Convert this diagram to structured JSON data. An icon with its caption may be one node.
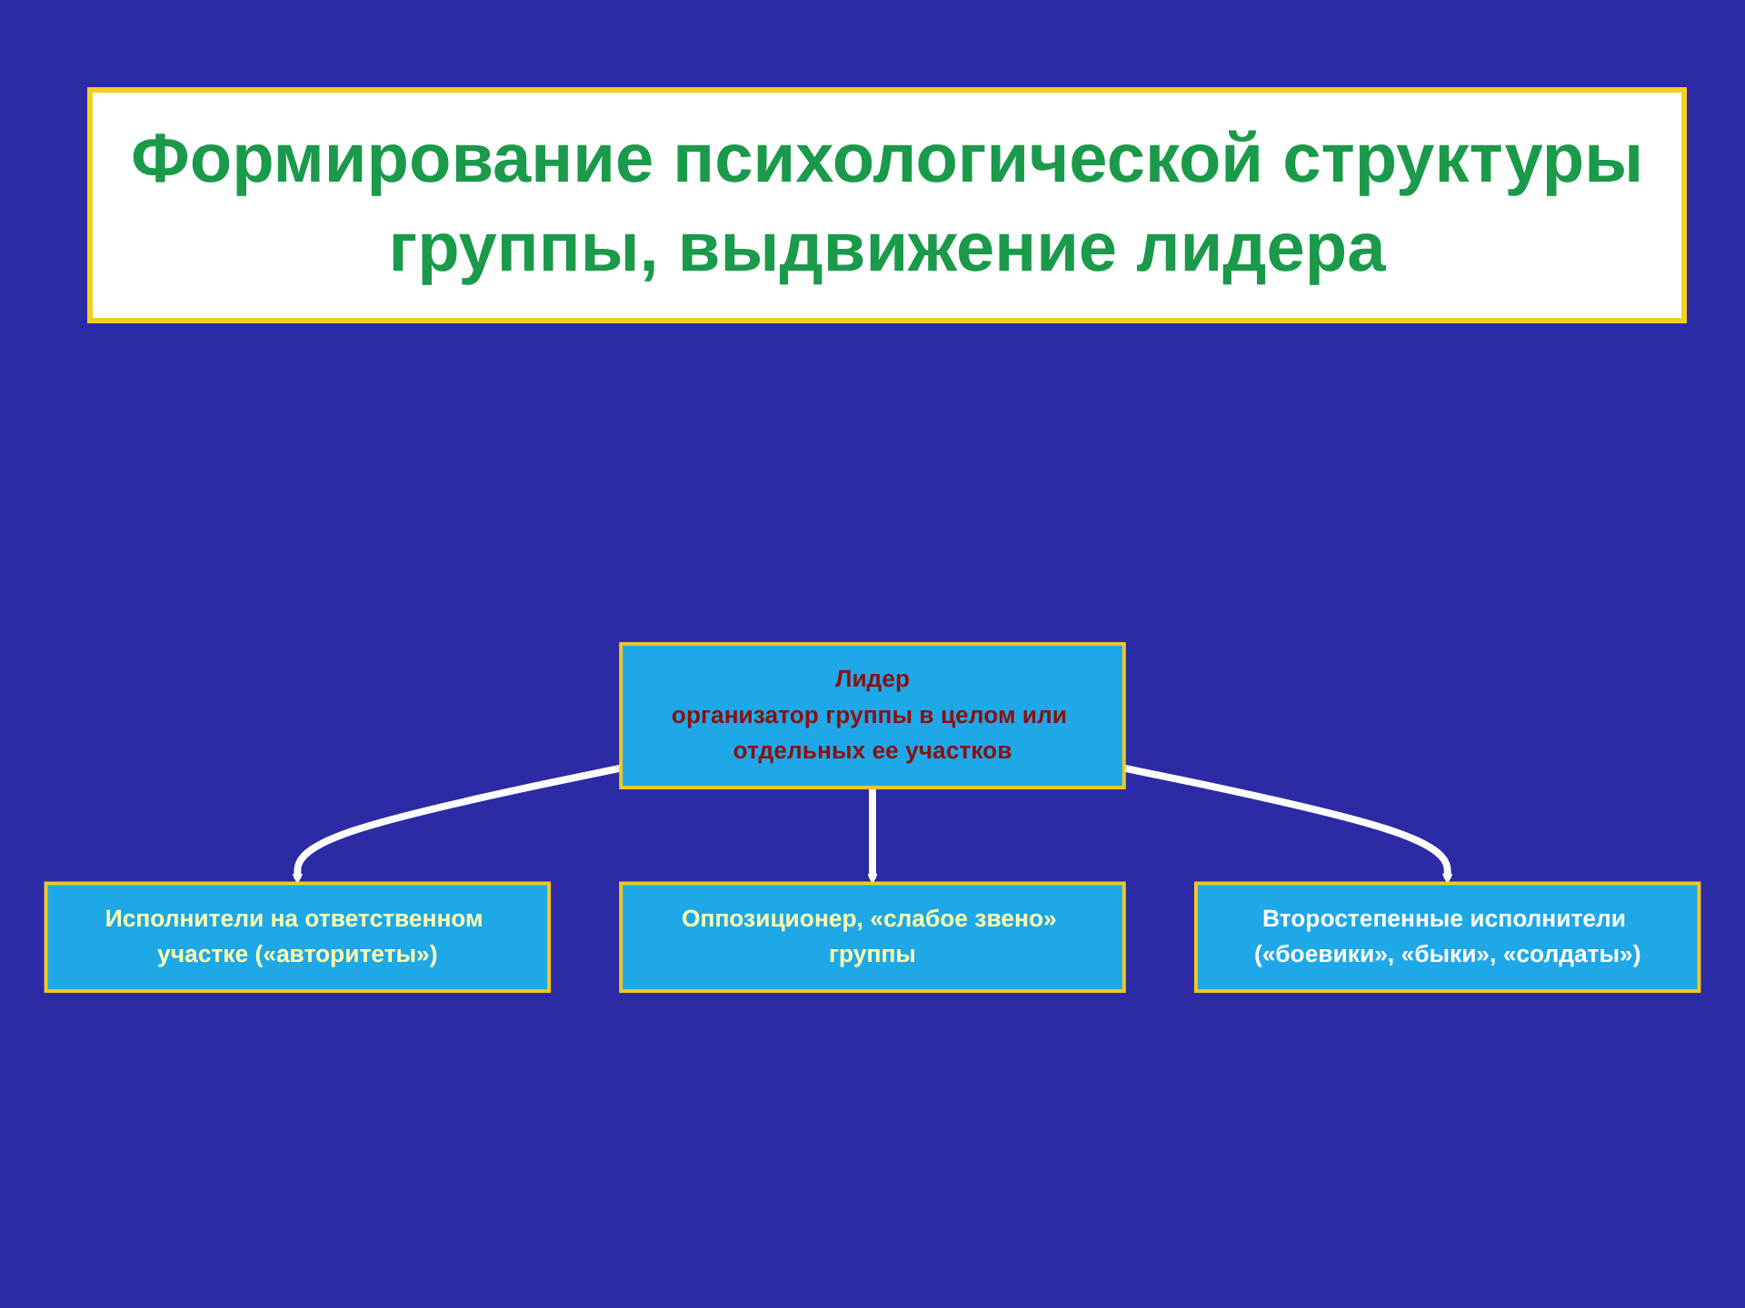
{
  "diagram": {
    "title": "Формирование психологической структуры группы, выдвижение лидера",
    "nodes": [
      {
        "text": [
          "Лидер",
          "организатор группы в целом или отдельных ее участков"
        ]
      },
      {
        "text": [
          "Исполнители на ответственном участке («авторитеты»)"
        ]
      },
      {
        "text": [
          "Второстепенные исполнители («боевики», «быки», «солдаты»)"
        ]
      },
      {
        "text": [
          "Оппозиционер, «слабое звено» группы"
        ]
      }
    ],
    "edges": [
      {
        "from": 0,
        "to": 1,
        "arrow": "to"
      },
      {
        "from": 0,
        "to": 3,
        "arrow": "to"
      },
      {
        "from": 0,
        "to": 2,
        "arrow": "to"
      }
    ]
  }
}
